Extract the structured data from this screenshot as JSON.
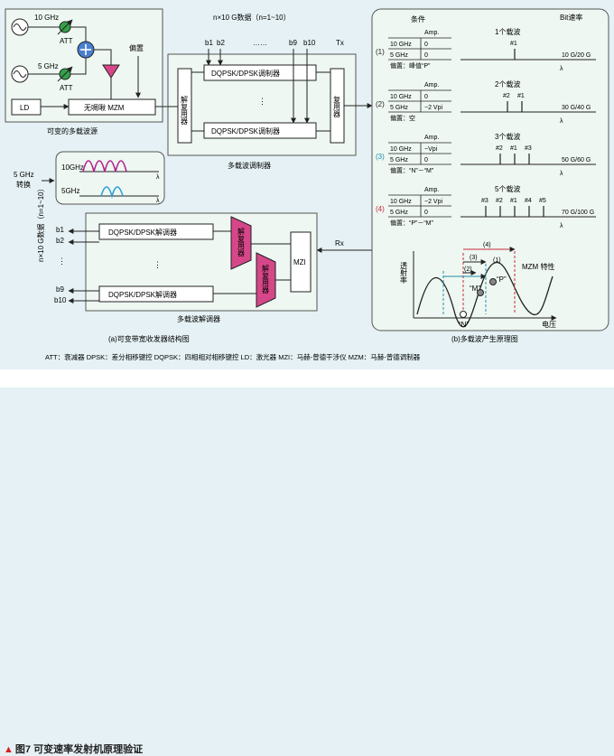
{
  "caption": {
    "marker": "▲",
    "text": "图7 可变速率发射机原理验证"
  },
  "legend": "ATT：衰减器  DPSK：差分相移键控  DQPSK：四相相对相移键控  LD：激光器  MZI：马赫-曾德干涉仪  MZM：马赫-曾德调制器",
  "left": {
    "source": {
      "f10": "10 GHz",
      "f5": "5 GHz",
      "att1": "ATT",
      "att2": "ATT",
      "bias": "偏置",
      "ld": "LD",
      "mzm": "无啁啾 MZM",
      "title": "可变的多载波源"
    },
    "tx": {
      "header": "n×10 G数据（n=1~10）",
      "bits": [
        "b1",
        "b2",
        "……",
        "b9",
        "b10"
      ],
      "tx": "Tx",
      "mod": "DQPSK/DPSK调制器",
      "demux": "解复用器",
      "mux": "复用器",
      "title": "多载波调制器"
    },
    "switch": {
      "label5": "5 GHz",
      "label_sw": "转换",
      "ten": "10GHz",
      "five": "5GHz",
      "lam": "λ"
    },
    "rx": {
      "rx": "Rx",
      "side": "n×10 G数据（n=1~10）",
      "bits": [
        "b1",
        "b2",
        "⋮",
        "b9",
        "b10"
      ],
      "demod": "DQPSK/DPSK解调器",
      "demux": "解复用器",
      "mzi": "MZI",
      "title": "多载波解调器"
    },
    "caption": "(a)可变带宽收发器结构图"
  },
  "right": {
    "bit_rate": "Bit速率",
    "cond": "条件",
    "amp": "Amp.",
    "cases": [
      {
        "n": "(1)",
        "color": "#222222",
        "r10": "10 GHz",
        "v10": "0",
        "r5": "5 GHz",
        "v5": "0",
        "bias": "偏置：峰值“P”",
        "carriers": "1个载波",
        "labels": [
          "#1"
        ],
        "rate": "10 G/20 G"
      },
      {
        "n": "(2)",
        "color": "#222222",
        "r10": "10 GHz",
        "v10": "0",
        "r5": "5 GHz",
        "v5": "−2 Vpi",
        "bias": "偏置：空",
        "carriers": "2个载波",
        "labels": [
          "#2",
          "#1"
        ],
        "rate": "30 G/40 G"
      },
      {
        "n": "(3)",
        "color": "#1f8fb0",
        "r10": "10 GHz",
        "v10": "−Vpi",
        "r5": "5 GHz",
        "v5": "0",
        "bias": "偏置：“N”－“M”",
        "carriers": "3个载波",
        "labels": [
          "#2",
          "#1",
          "#3"
        ],
        "rate": "50 G/60 G"
      },
      {
        "n": "(4)",
        "color": "#c8283c",
        "r10": "10 GHz",
        "v10": "−2 Vpi",
        "r5": "5 GHz",
        "v5": "0",
        "bias": "偏置：“P”－“M”",
        "carriers": "5个载波",
        "labels": [
          "#3",
          "#2",
          "#1",
          "#4",
          "#5"
        ],
        "rate": "70 G/100 G"
      }
    ],
    "lam": "λ",
    "curve": {
      "ylabel": "透射率",
      "xlabel": "电压",
      "mzm": "MZM 特性",
      "n": "“N”",
      "m": "“M”",
      "p": "“P”",
      "r1": "(1)",
      "r2": "(2)",
      "r3": "(3)",
      "r4": "(4)"
    },
    "caption": "(b)多载波产生原理图"
  }
}
